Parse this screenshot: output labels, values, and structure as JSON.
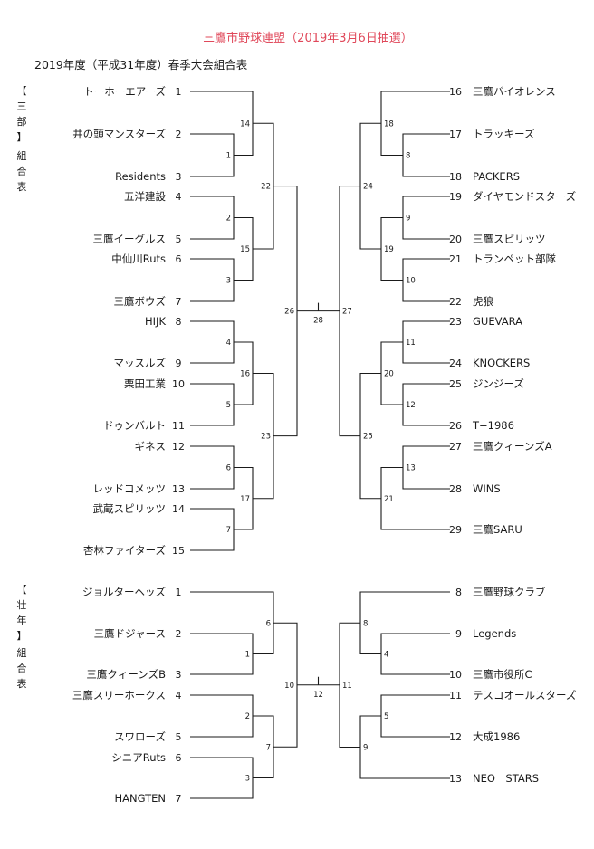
{
  "header": {
    "title": "三鷹市野球連盟（2019年3月6日抽選）",
    "subtitle": "2019年度（平成31年度）春季大会組合表"
  },
  "divisions": [
    {
      "label_chars": [
        "【",
        "三",
        "部",
        "】"
      ],
      "desc_chars": [
        "組",
        "合",
        "表"
      ],
      "left_teams": [
        {
          "name": "トーホーエアーズ",
          "seed": "1"
        },
        {
          "name": "井の頭マンスターズ",
          "seed": "2"
        },
        {
          "name": "Residents",
          "seed": "3"
        },
        {
          "name": "五洋建設",
          "seed": "4"
        },
        {
          "name": "三鷹イーグルス",
          "seed": "5"
        },
        {
          "name": "中仙川Ruts",
          "seed": "6"
        },
        {
          "name": "三鷹ボウズ",
          "seed": "7"
        },
        {
          "name": "HIJK",
          "seed": "8"
        },
        {
          "name": "マッスルズ",
          "seed": "9"
        },
        {
          "name": "栗田工業",
          "seed": "10"
        },
        {
          "name": "ドゥンバルト",
          "seed": "11"
        },
        {
          "name": "ギネス",
          "seed": "12"
        },
        {
          "name": "レッドコメッツ",
          "seed": "13"
        },
        {
          "name": "武蔵スピリッツ",
          "seed": "14"
        },
        {
          "name": "杏林ファイターズ",
          "seed": "15"
        }
      ],
      "right_teams": [
        {
          "seed": "16",
          "name": "三鷹バイオレンス"
        },
        {
          "seed": "17",
          "name": "トラッキーズ"
        },
        {
          "seed": "18",
          "name": "PACKERS"
        },
        {
          "seed": "19",
          "name": "ダイヤモンドスターズ"
        },
        {
          "seed": "20",
          "name": "三鷹スピリッツ"
        },
        {
          "seed": "21",
          "name": "トランペット部隊"
        },
        {
          "seed": "22",
          "name": "虎狼"
        },
        {
          "seed": "23",
          "name": "GUEVARA"
        },
        {
          "seed": "24",
          "name": "KNOCKERS"
        },
        {
          "seed": "25",
          "name": "ジンジーズ"
        },
        {
          "seed": "26",
          "name": "T−1986"
        },
        {
          "seed": "27",
          "name": "三鷹クィーンズA"
        },
        {
          "seed": "28",
          "name": "WINS"
        },
        {
          "seed": "29",
          "name": "三鷹SARU"
        }
      ],
      "matches": [
        "1",
        "2",
        "3",
        "4",
        "5",
        "6",
        "7",
        "8",
        "9",
        "10",
        "11",
        "12",
        "13",
        "14",
        "15",
        "16",
        "17",
        "18",
        "19",
        "20",
        "21",
        "22",
        "23",
        "24",
        "25",
        "26",
        "27",
        "28"
      ]
    },
    {
      "label_chars": [
        "【",
        "壮",
        "年",
        "】"
      ],
      "desc_chars": [
        "組",
        "合",
        "表"
      ],
      "left_teams": [
        {
          "name": "ジョルターヘッズ",
          "seed": "1"
        },
        {
          "name": "三鷹ドジャース",
          "seed": "2"
        },
        {
          "name": "三鷹クィーンズB",
          "seed": "3"
        },
        {
          "name": "三鷹スリーホークス",
          "seed": "4"
        },
        {
          "name": "スワローズ",
          "seed": "5"
        },
        {
          "name": "シニアRuts",
          "seed": "6"
        },
        {
          "name": "HANGTEN",
          "seed": "7"
        }
      ],
      "right_teams": [
        {
          "seed": "8",
          "name": "三鷹野球クラブ"
        },
        {
          "seed": "9",
          "name": "Legends"
        },
        {
          "seed": "10",
          "name": "三鷹市役所C"
        },
        {
          "seed": "11",
          "name": "テスコオールスターズ"
        },
        {
          "seed": "12",
          "name": "大成1986"
        },
        {
          "seed": "13",
          "name": "NEO　STARS"
        }
      ],
      "matches": [
        "1",
        "2",
        "3",
        "4",
        "5",
        "6",
        "7",
        "8",
        "9",
        "10",
        "11",
        "12"
      ]
    }
  ]
}
